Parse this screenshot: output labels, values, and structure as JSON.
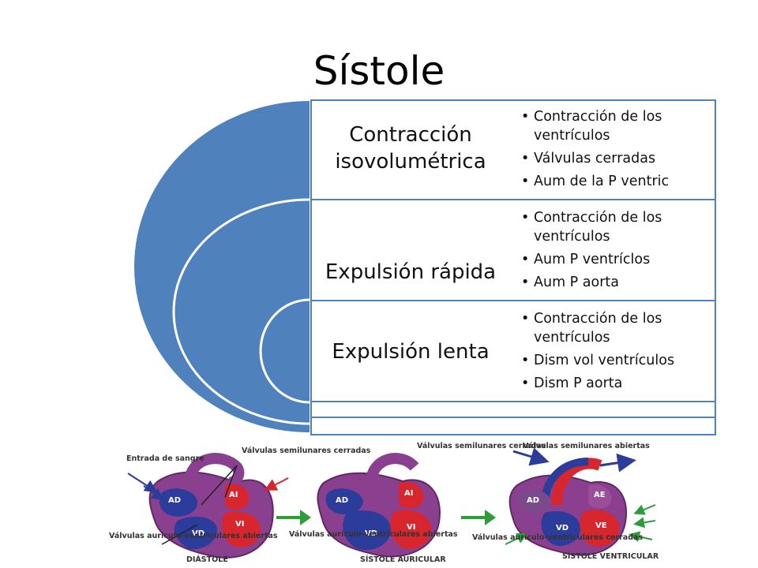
{
  "title": "Sístole",
  "phases": [
    {
      "label": "Contracción isovolumétrica",
      "bullets": [
        "Contracción de los ventrículos",
        "Válvulas cerradas",
        "Aum de la P ventric"
      ]
    },
    {
      "label": "Expulsión rápida",
      "bullets": [
        "Contracción de los ventrículos",
        "Aum P ventríclos",
        "Aum P aorta"
      ]
    },
    {
      "label": "Expulsión lenta",
      "bullets": [
        "Contracción de los ventrículos",
        "Dism vol ventrículos",
        "Dism P aorta"
      ]
    }
  ],
  "heart_illustration": {
    "panels": [
      {
        "caption": "DIÁSTOLE",
        "labels": [
          "Entrada de sangre",
          "Válvulas semilunares cerradas",
          "Válvulas aurículo-ventriculares abiertas"
        ],
        "chambers": [
          "AD",
          "VD",
          "AI",
          "VI"
        ]
      },
      {
        "caption": "SÍSTOLE AURICULAR",
        "labels": [
          "Válvulas semilunares cerradas",
          "Válvulas aurículo-ventriculares abiertas"
        ],
        "chambers": [
          "AD",
          "VD",
          "AI",
          "VI"
        ]
      },
      {
        "caption": "SÍSTOLE VENTRICULAR",
        "labels": [
          "Válvulas semilunares abiertas",
          "Válvulas aurículo-ventriculares cerradas"
        ],
        "chambers": [
          "AD",
          "VD",
          "AE",
          "VE"
        ]
      }
    ]
  },
  "colors": {
    "accent_blue": "#4f81bd",
    "accent_dark": "#385d8a",
    "heart_purple": "#8a3f8f",
    "heart_blue": "#2b3c9a",
    "heart_red": "#d7262d",
    "arrow_green": "#2e9b3c"
  }
}
